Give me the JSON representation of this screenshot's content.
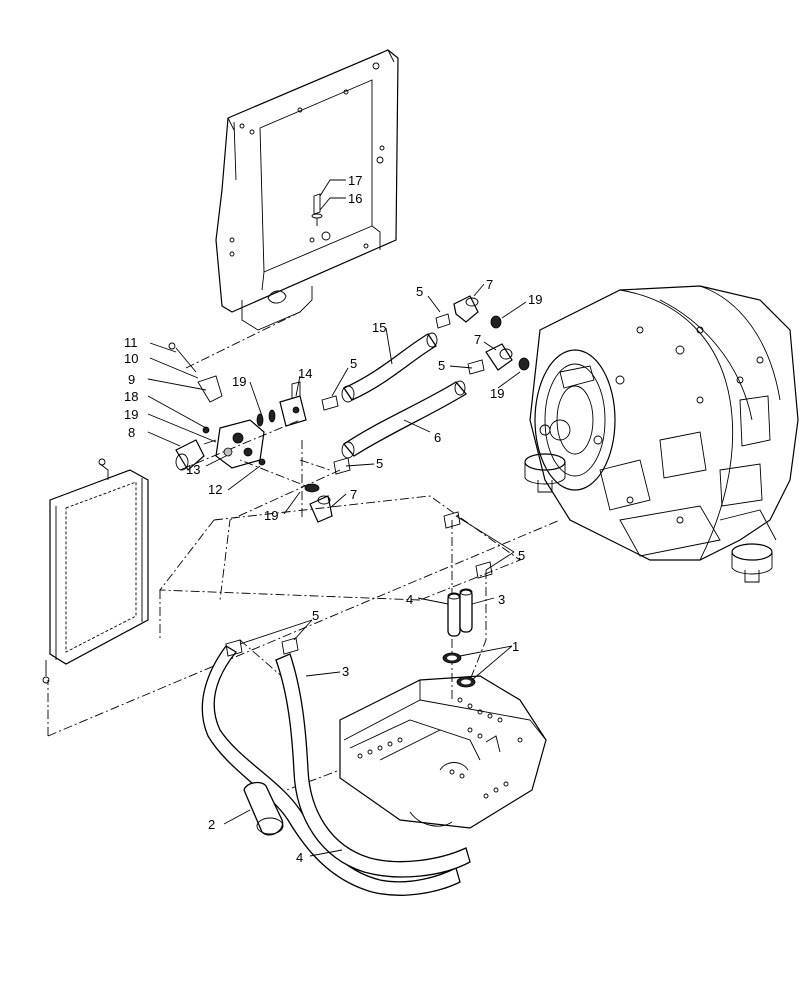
{
  "callouts": [
    {
      "id": "c17",
      "text": "17"
    },
    {
      "id": "c16",
      "text": "16"
    },
    {
      "id": "c5a",
      "text": "5"
    },
    {
      "id": "c7a",
      "text": "7"
    },
    {
      "id": "c19a",
      "text": "19"
    },
    {
      "id": "c15",
      "text": "15"
    },
    {
      "id": "c7b",
      "text": "7"
    },
    {
      "id": "c5b",
      "text": "5"
    },
    {
      "id": "c19b",
      "text": "19"
    },
    {
      "id": "c11",
      "text": "11"
    },
    {
      "id": "c10",
      "text": "10"
    },
    {
      "id": "c9",
      "text": "9"
    },
    {
      "id": "c14",
      "text": "14"
    },
    {
      "id": "c5c",
      "text": "5"
    },
    {
      "id": "c19c",
      "text": "19"
    },
    {
      "id": "c18",
      "text": "18"
    },
    {
      "id": "c19d",
      "text": "19"
    },
    {
      "id": "c8",
      "text": "8"
    },
    {
      "id": "c6",
      "text": "6"
    },
    {
      "id": "c13",
      "text": "13"
    },
    {
      "id": "c5d",
      "text": "5"
    },
    {
      "id": "c12",
      "text": "12"
    },
    {
      "id": "c19e",
      "text": "19"
    },
    {
      "id": "c7c",
      "text": "7"
    },
    {
      "id": "c5e",
      "text": "5"
    },
    {
      "id": "c4a",
      "text": "4"
    },
    {
      "id": "c3a",
      "text": "3"
    },
    {
      "id": "c5f",
      "text": "5"
    },
    {
      "id": "c1",
      "text": "1"
    },
    {
      "id": "c3b",
      "text": "3"
    },
    {
      "id": "c2",
      "text": "2"
    },
    {
      "id": "c4b",
      "text": "4"
    }
  ]
}
